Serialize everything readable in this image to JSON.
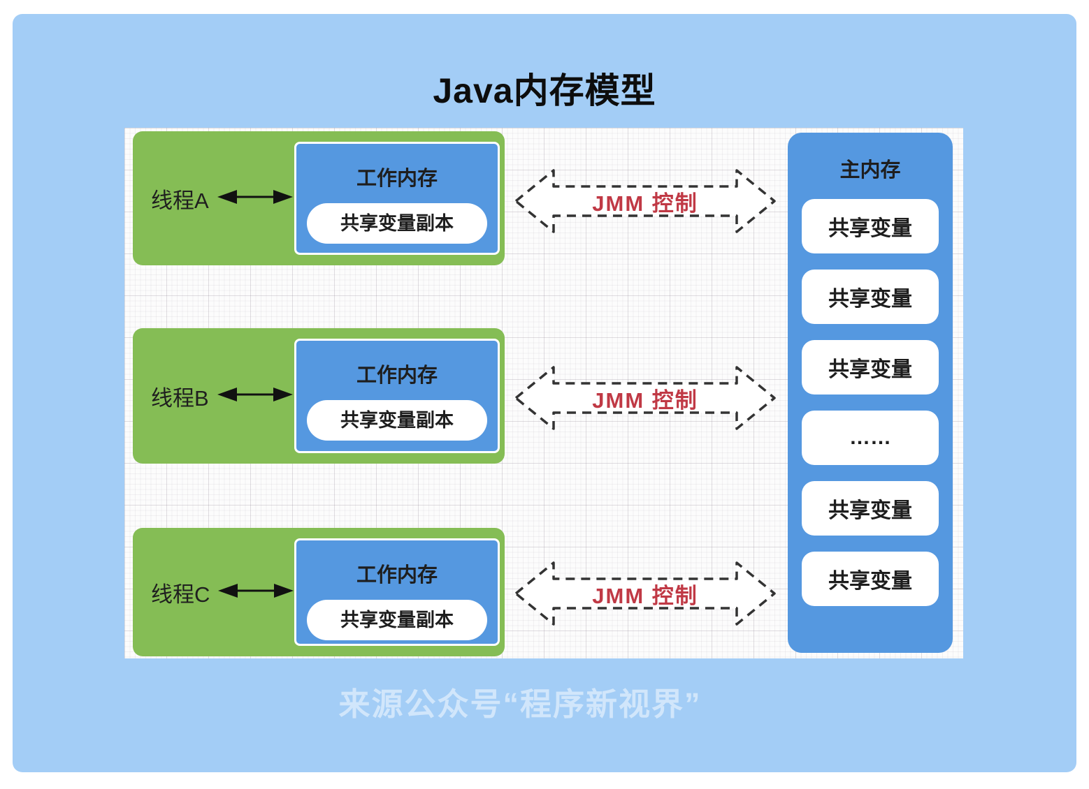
{
  "page": {
    "title": "Java内存模型",
    "watermark": "来源公众号“程序新视界”"
  },
  "colors": {
    "card_bg": "#a3cdf6",
    "thread_green": "#85bd55",
    "memory_blue": "#5598e0",
    "jmm_red": "#c03945"
  },
  "threads": [
    {
      "label": "线程A",
      "work_memory_label": "工作内存",
      "copy_label": "共享变量副本"
    },
    {
      "label": "线程B",
      "work_memory_label": "工作内存",
      "copy_label": "共享变量副本"
    },
    {
      "label": "线程C",
      "work_memory_label": "工作内存",
      "copy_label": "共享变量副本"
    }
  ],
  "jmm_arrows": [
    {
      "label": "JMM 控制"
    },
    {
      "label": "JMM 控制"
    },
    {
      "label": "JMM 控制"
    }
  ],
  "main_memory": {
    "title": "主内存",
    "slots": [
      "共享变量",
      "共享变量",
      "共享变量",
      "……",
      "共享变量",
      "共享变量"
    ]
  }
}
